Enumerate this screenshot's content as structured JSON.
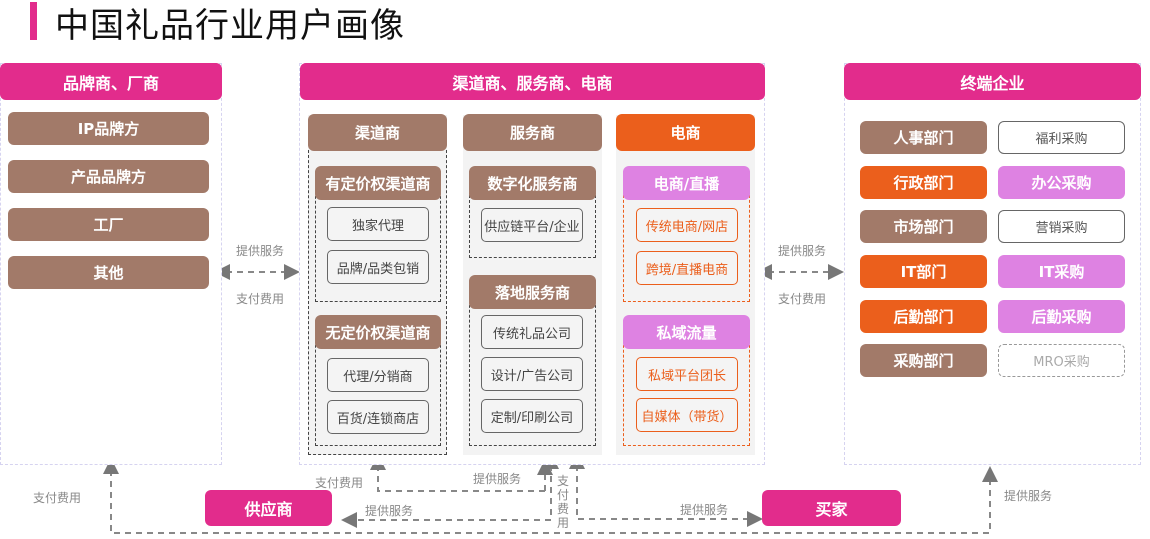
{
  "title": "中国礼品行业用户画像",
  "colors": {
    "accent_pink": "#e22c8c",
    "brown": "#a27a69",
    "orange": "#eb5f1c",
    "violet": "#de82e2"
  },
  "left_panel": {
    "header": "品牌商、厂商",
    "items": [
      "IP品牌方",
      "产品品牌方",
      "工厂",
      "其他"
    ]
  },
  "center_panel": {
    "header": "渠道商、服务商、电商",
    "channel": {
      "header": "渠道商",
      "groups": [
        {
          "title": "有定价权渠道商",
          "items": [
            "独家代理",
            "品牌/品类包销"
          ]
        },
        {
          "title": "无定价权渠道商",
          "items": [
            "代理/分销商",
            "百货/连锁商店"
          ]
        }
      ]
    },
    "service": {
      "header": "服务商",
      "groups": [
        {
          "title": "数字化服务商",
          "items": [
            "供应链平台/企业"
          ]
        },
        {
          "title": "落地服务商",
          "items": [
            "传统礼品公司",
            "设计/广告公司",
            "定制/印刷公司"
          ]
        }
      ]
    },
    "ecommerce": {
      "header": "电商",
      "groups": [
        {
          "title": "电商/直播",
          "items": [
            "传统电商/网店",
            "跨境/直播电商"
          ]
        },
        {
          "title": "私域流量",
          "items": [
            "私域平台团长",
            "自媒体（带货）"
          ]
        }
      ]
    }
  },
  "right_panel": {
    "header": "终端企业",
    "rows": [
      {
        "dept": "人事部门",
        "purchase": "福利采购",
        "dept_style": "brown",
        "purchase_style": "outline"
      },
      {
        "dept": "行政部门",
        "purchase": "办公采购",
        "dept_style": "orange",
        "purchase_style": "violet"
      },
      {
        "dept": "市场部门",
        "purchase": "营销采购",
        "dept_style": "brown",
        "purchase_style": "outline"
      },
      {
        "dept": "IT部门",
        "purchase": "IT采购",
        "dept_style": "orange",
        "purchase_style": "violet"
      },
      {
        "dept": "后勤部门",
        "purchase": "后勤采购",
        "dept_style": "orange",
        "purchase_style": "violet"
      },
      {
        "dept": "采购部门",
        "purchase": "MRO采购",
        "dept_style": "brown",
        "purchase_style": "dashed"
      }
    ]
  },
  "connectors": {
    "left_mid_top": "提供服务",
    "left_mid_bottom": "支付费用",
    "mid_right_top": "提供服务",
    "mid_right_bottom": "支付费用",
    "bottom_left_pay": "支付费用",
    "supplier_pay": "支付费用",
    "supplier_service_top": "提供服务",
    "supplier_service": "提供服务",
    "vertical_pay": "支付费用",
    "buyer_service": "提供服务",
    "right_service": "提供服务"
  },
  "bottom": {
    "supplier": "供应商",
    "buyer": "买家"
  }
}
